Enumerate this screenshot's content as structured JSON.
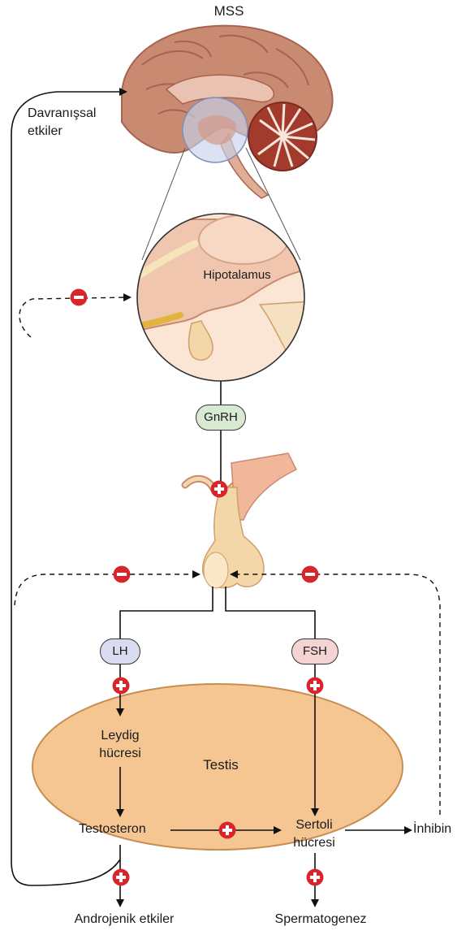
{
  "labels": {
    "cns": "MSS",
    "behavioral": "Davranışsal etkiler",
    "hypothalamus": "Hipotalamus",
    "gnrh": "GnRH",
    "lh": "LH",
    "fsh": "FSH",
    "leydig": "Leydig hücresi",
    "testis": "Testis",
    "testosterone": "Testosteron",
    "sertoli": "Sertoli hücresi",
    "inhibin": "İnhibin",
    "androgenic": "Androjenik etkiler",
    "spermatogenesis": "Spermatogenez"
  },
  "colors": {
    "brain": "#c98a72",
    "brain_dark": "#a8624d",
    "cerebellum": "#a23b2c",
    "hypothalamus_bg": "#f1c6ae",
    "pituitary": "#f6ddb0",
    "testis": "#f5c692",
    "testis_stroke": "#c78d52",
    "gnrh_fill": "#d8ead2",
    "lh_fill": "#d9dcf0",
    "fsh_fill": "#f6d3d3",
    "sign_red": "#d6262b"
  },
  "icons": {
    "plus": "plus-sign-icon",
    "minus": "minus-sign-icon"
  }
}
